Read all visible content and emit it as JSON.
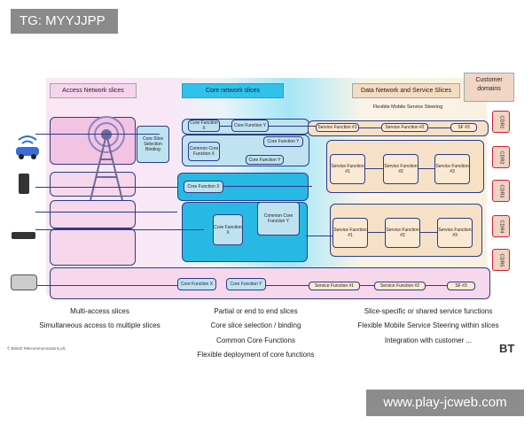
{
  "watermark": {
    "tg": "TG: MYYJJPP",
    "site": "www.play-jcweb.com"
  },
  "headers": {
    "access": "Access Network slices",
    "core": "Core network slices",
    "data": "Data Network and Service Slices",
    "customer": "Customer domains"
  },
  "boxes": {
    "selection": "Core Slice Selection Binding",
    "cf_x": "Core Function X",
    "cf_y": "Core Function Y",
    "ccf_x": "Common Core Function X",
    "cf_x_short": "Core Function X",
    "common_y": "Common Core Function Y",
    "flex_label": "Flexible Mobile Service Steering",
    "sf1": "Service Function #1",
    "sf2": "Service Function #2",
    "sf3": "SF #3",
    "svc1": "Service Function #1",
    "svc2": "Service Function #2",
    "svc3": "Service Function #3"
  },
  "cdr": [
    "CDR1",
    "CDR2",
    "CDR3",
    "CDR4",
    "CDR5"
  ],
  "captions": {
    "col1": [
      "Multi-access slices",
      "Simultaneous access to multiple slices"
    ],
    "col2": [
      "Partial or end to end slices",
      "Core slice selection / binding",
      "Common Core Functions",
      "Flexible deployment of core functions"
    ],
    "col3": [
      "Slice-specific or shared service functions",
      "Flexible Mobile Service Steering within slices",
      "Integration with customer ..."
    ]
  },
  "copyright": "© British Telecommunications plc",
  "brand": "BT",
  "colors": {
    "pink": "#f3c3e4",
    "blue": "#27b9e3",
    "peach": "#f7e1c6",
    "border": "#2b3c88"
  }
}
